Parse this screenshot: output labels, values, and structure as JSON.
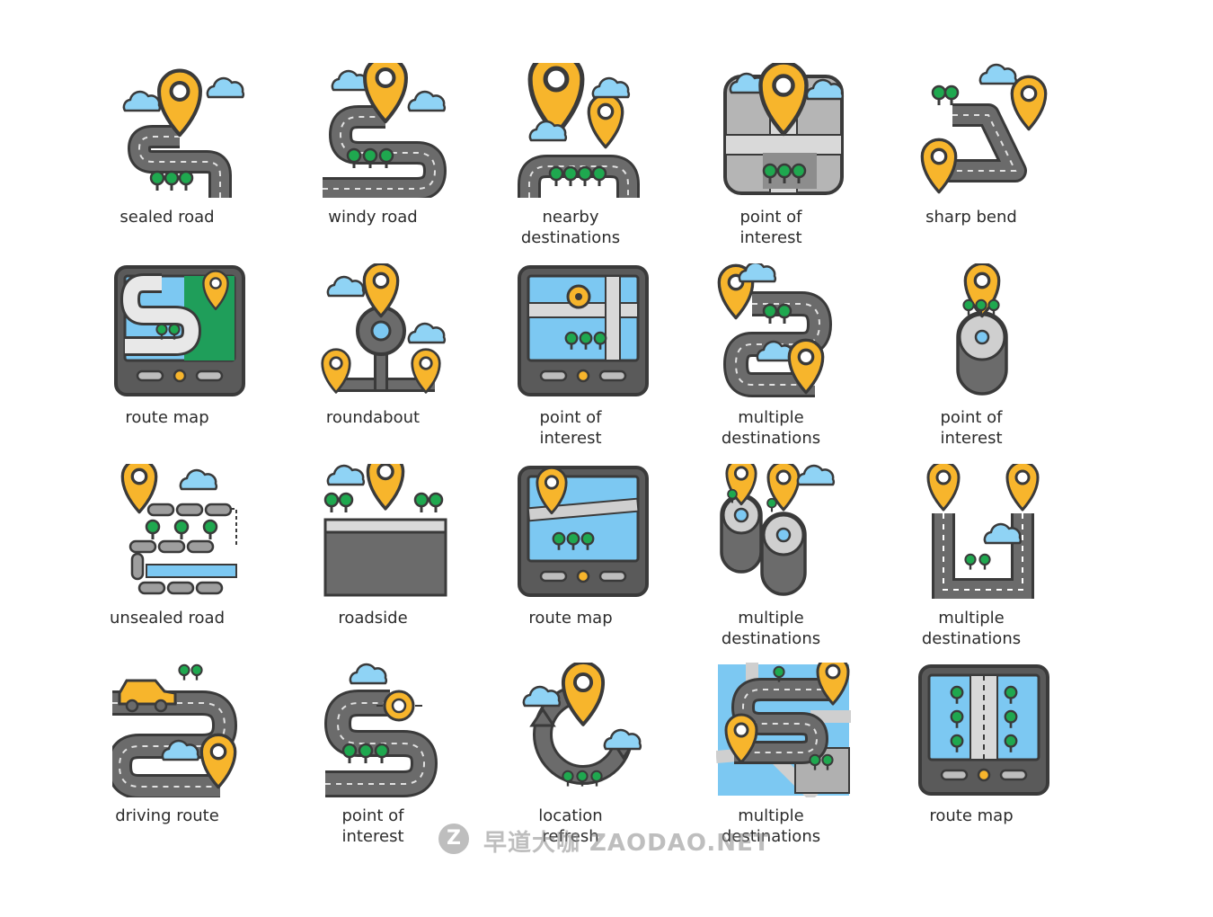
{
  "icons": [
    {
      "label": "sealed road",
      "icon": "sealed-road-icon"
    },
    {
      "label": "windy road",
      "icon": "windy-road-icon"
    },
    {
      "label": "nearby\ndestinations",
      "icon": "nearby-destinations-icon"
    },
    {
      "label": "point of\ninterest",
      "icon": "point-of-interest-map-icon"
    },
    {
      "label": "sharp bend",
      "icon": "sharp-bend-icon"
    },
    {
      "label": "route map",
      "icon": "route-map-tablet-icon"
    },
    {
      "label": "roundabout",
      "icon": "roundabout-icon"
    },
    {
      "label": "point of\ninterest",
      "icon": "point-of-interest-tablet-icon"
    },
    {
      "label": "multiple\ndestinations",
      "icon": "multiple-destinations-road-icon"
    },
    {
      "label": "point of\ninterest",
      "icon": "point-of-interest-pillar-icon"
    },
    {
      "label": "unsealed road",
      "icon": "unsealed-road-icon"
    },
    {
      "label": "roadside",
      "icon": "roadside-icon"
    },
    {
      "label": "route map",
      "icon": "route-map-device-icon"
    },
    {
      "label": "multiple\ndestinations",
      "icon": "multiple-destinations-pillars-icon"
    },
    {
      "label": "multiple\ndestinations",
      "icon": "multiple-destinations-u-turn-icon"
    },
    {
      "label": "driving route",
      "icon": "driving-route-icon"
    },
    {
      "label": "point of\ninterest",
      "icon": "point-of-interest-road-icon"
    },
    {
      "label": "location\nrefresh",
      "icon": "location-refresh-icon"
    },
    {
      "label": "multiple\ndestinations",
      "icon": "multiple-destinations-map-icon"
    },
    {
      "label": "route map",
      "icon": "route-map-highway-icon"
    }
  ],
  "watermark": {
    "logo": "Z",
    "text": "早道大咖  ZAODAO.NET"
  },
  "colors": {
    "outline": "#3a3a3a",
    "road": "#6b6b6b",
    "road_light": "#9a9a9a",
    "pin": "#f7b52c",
    "cloud": "#8fd3f5",
    "tree": "#1fa84f",
    "screen": "#7cc8f2",
    "grass": "#1f9e5a",
    "white": "#ffffff"
  }
}
